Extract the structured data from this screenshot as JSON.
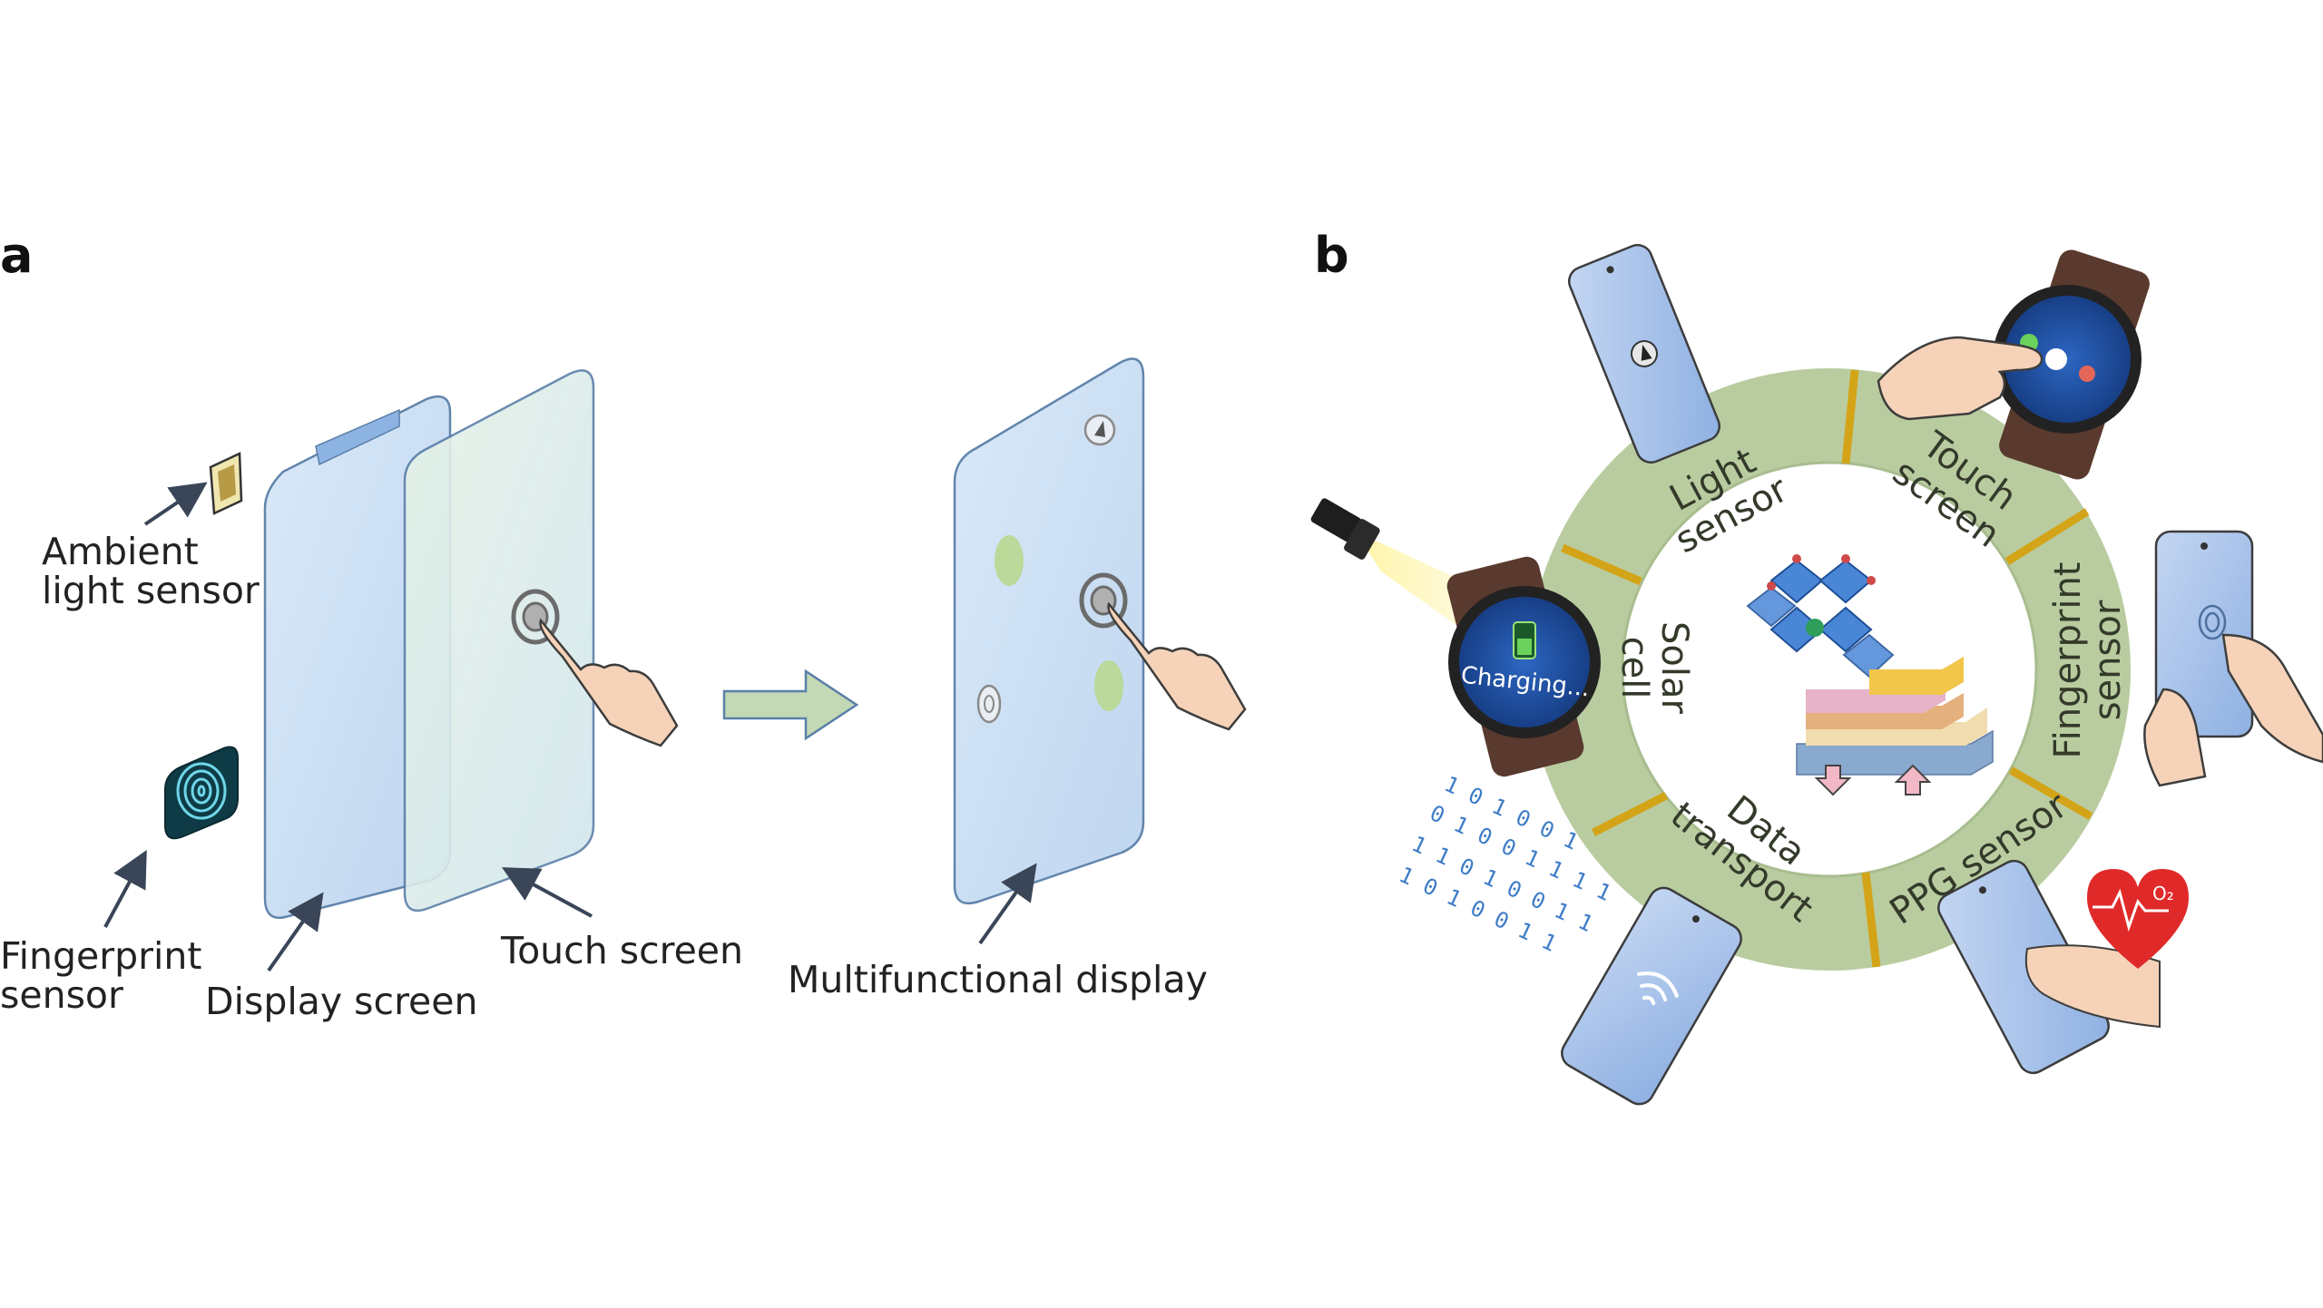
{
  "panels": {
    "a": "a",
    "b": "b"
  },
  "panel_a": {
    "ambient_line1": "Ambient",
    "ambient_line2": "light sensor",
    "fingerprint_line1": "Fingerprint",
    "fingerprint_line2": "sensor",
    "display_screen": "Display screen",
    "touch_screen": "Touch screen",
    "multifunctional": "Multifunctional display"
  },
  "panel_b": {
    "light_l1": "Light",
    "light_l2": "sensor",
    "touch_l1": "Touch",
    "touch_l2": "screen",
    "fingerprint_l1": "Fingerprint",
    "fingerprint_l2": "sensor",
    "ppg": "PPG sensor",
    "data_l1": "Data",
    "data_l2": "transport",
    "solar_l1": "Solar",
    "solar_l2": "cell",
    "charging": "Charging...",
    "bits_1": "1 0 1 0 0 1",
    "bits_2": "0 1 0 0 1 1 1 1",
    "bits_3": "1 1 0 1 0 0 1 1",
    "bits_4": "1 0 1 0 0 1 1"
  },
  "colors": {
    "ring": "#b9cca0",
    "ring_divider": "#d4a418",
    "glass": "#c9ddf4",
    "glass_edge": "#5a7fa8",
    "arrow": "#b5cfa3",
    "heart": "#e02a2a"
  }
}
